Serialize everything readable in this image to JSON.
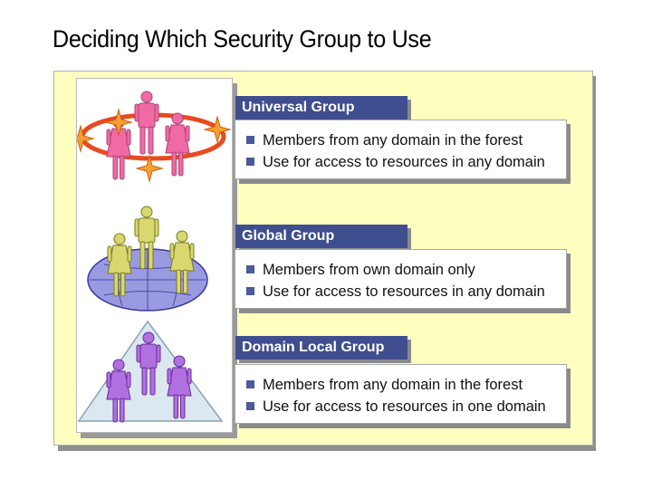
{
  "title": "Deciding Which Security Group to Use",
  "colors": {
    "panel": "#ffffc0",
    "header": "#3f4e8f",
    "bullet": "#4a5a9a"
  },
  "groups": [
    {
      "name": "Universal Group",
      "bullets": [
        "Members from any domain in the forest",
        "Use for access to resources in any domain"
      ]
    },
    {
      "name": "Global Group",
      "bullets": [
        "Members from own domain only",
        "Use for access to resources in any domain"
      ]
    },
    {
      "name": "Domain Local Group",
      "bullets": [
        "Members from any domain in the forest",
        "Use for access to resources in one domain"
      ]
    }
  ],
  "icons": [
    "people-with-orbit-icon",
    "people-on-globe-icon",
    "people-in-triangle-icon"
  ]
}
